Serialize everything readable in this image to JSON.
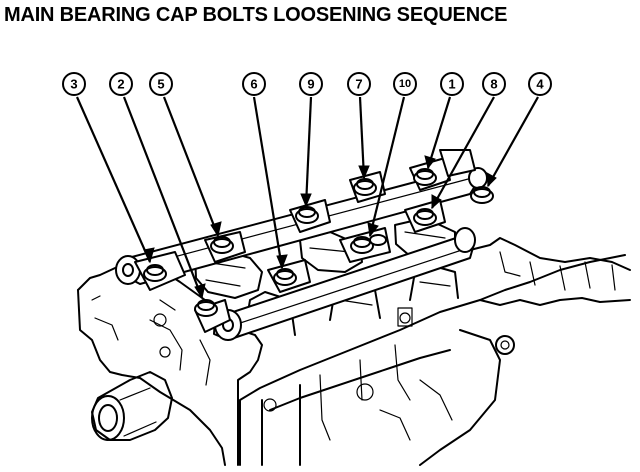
{
  "title": "MAIN BEARING CAP BOLTS LOOSENING SEQUENCE",
  "callouts": [
    {
      "label": "3"
    },
    {
      "label": "2"
    },
    {
      "label": "5"
    },
    {
      "label": "6"
    },
    {
      "label": "9"
    },
    {
      "label": "7"
    },
    {
      "label": "10"
    },
    {
      "label": "1"
    },
    {
      "label": "8"
    },
    {
      "label": "4"
    }
  ]
}
